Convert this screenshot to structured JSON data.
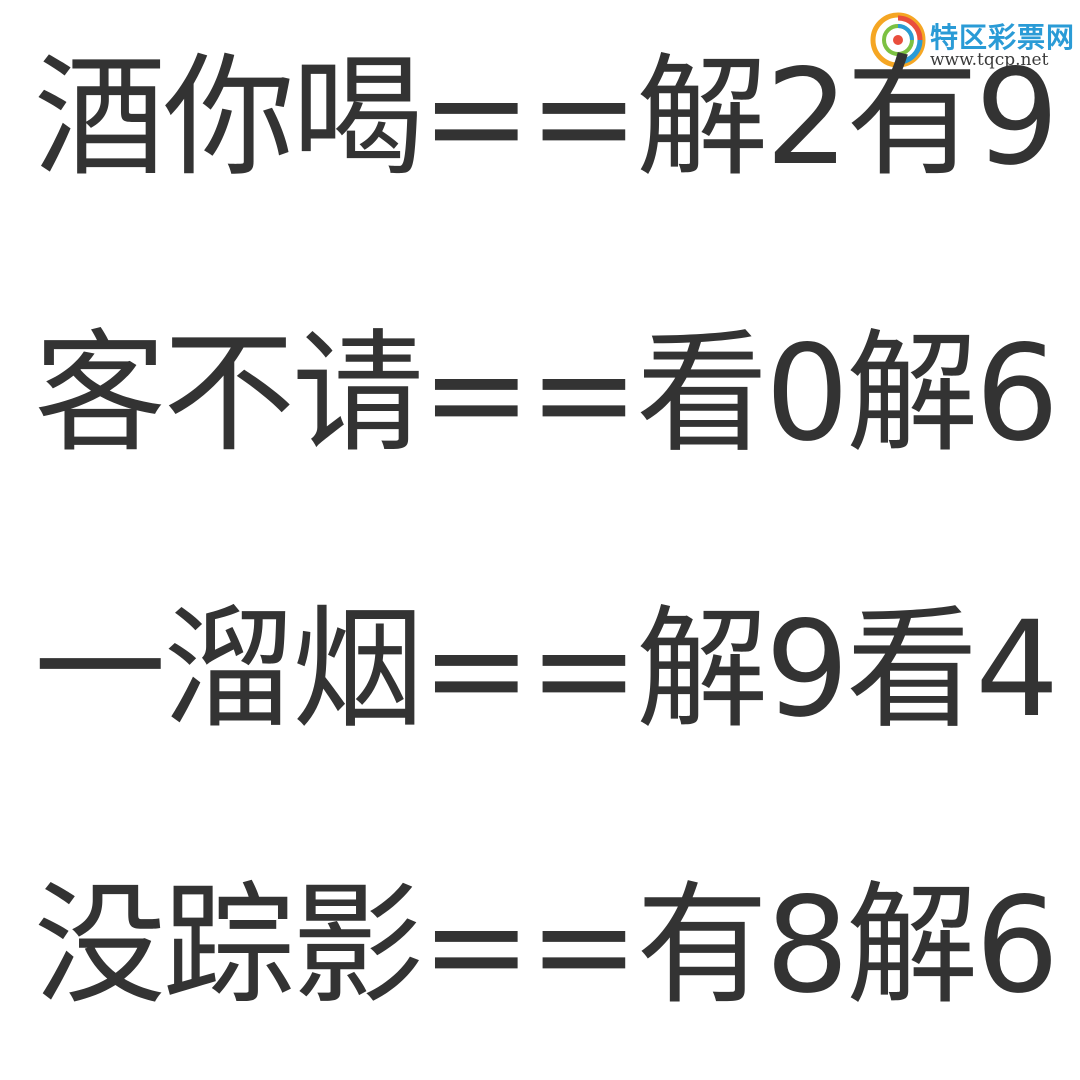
{
  "watermark": {
    "name": "特区彩票网",
    "url": "www.tqcp.net",
    "logo_icon": "swirl-logo-icon"
  },
  "lines": [
    "酒你喝==解2有9",
    "客不请==看0解6",
    "一溜烟==解9看4",
    "没踪影==有8解6"
  ]
}
